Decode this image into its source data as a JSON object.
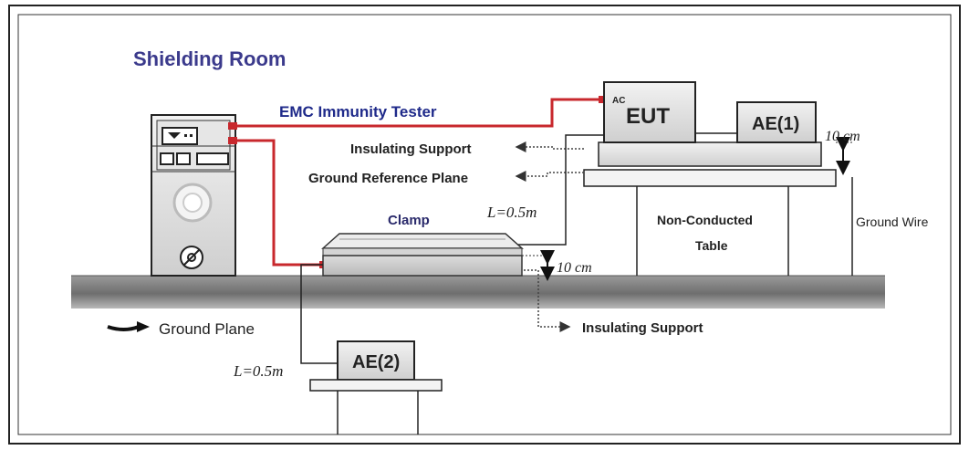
{
  "title": "Shielding Room",
  "labels": {
    "tester": "EMC Immunity Tester",
    "ac": "AC",
    "eut": "EUT",
    "ae1": "AE(1)",
    "ae2": "AE(2)",
    "clamp": "Clamp",
    "insulating_support_top": "Insulating Support",
    "ground_reference_plane": "Ground Reference Plane",
    "non_conducted_table": "Non-Conducted",
    "table": "Table",
    "ground_wire": "Ground Wire",
    "ground_plane": "Ground Plane",
    "insulating_support_bottom": "Insulating Support",
    "length_top": "L=0.5m",
    "length_bottom": "L=0.5m",
    "height_top": "10 cm",
    "height_clamp": "10 cm"
  },
  "colors": {
    "cable_red": "#c8282d",
    "title_blue": "#3b3a8c",
    "tester_blue": "#1f2a8a",
    "ground_gray": "#8a8a8a",
    "panel_gray": "#e2e2e2"
  }
}
